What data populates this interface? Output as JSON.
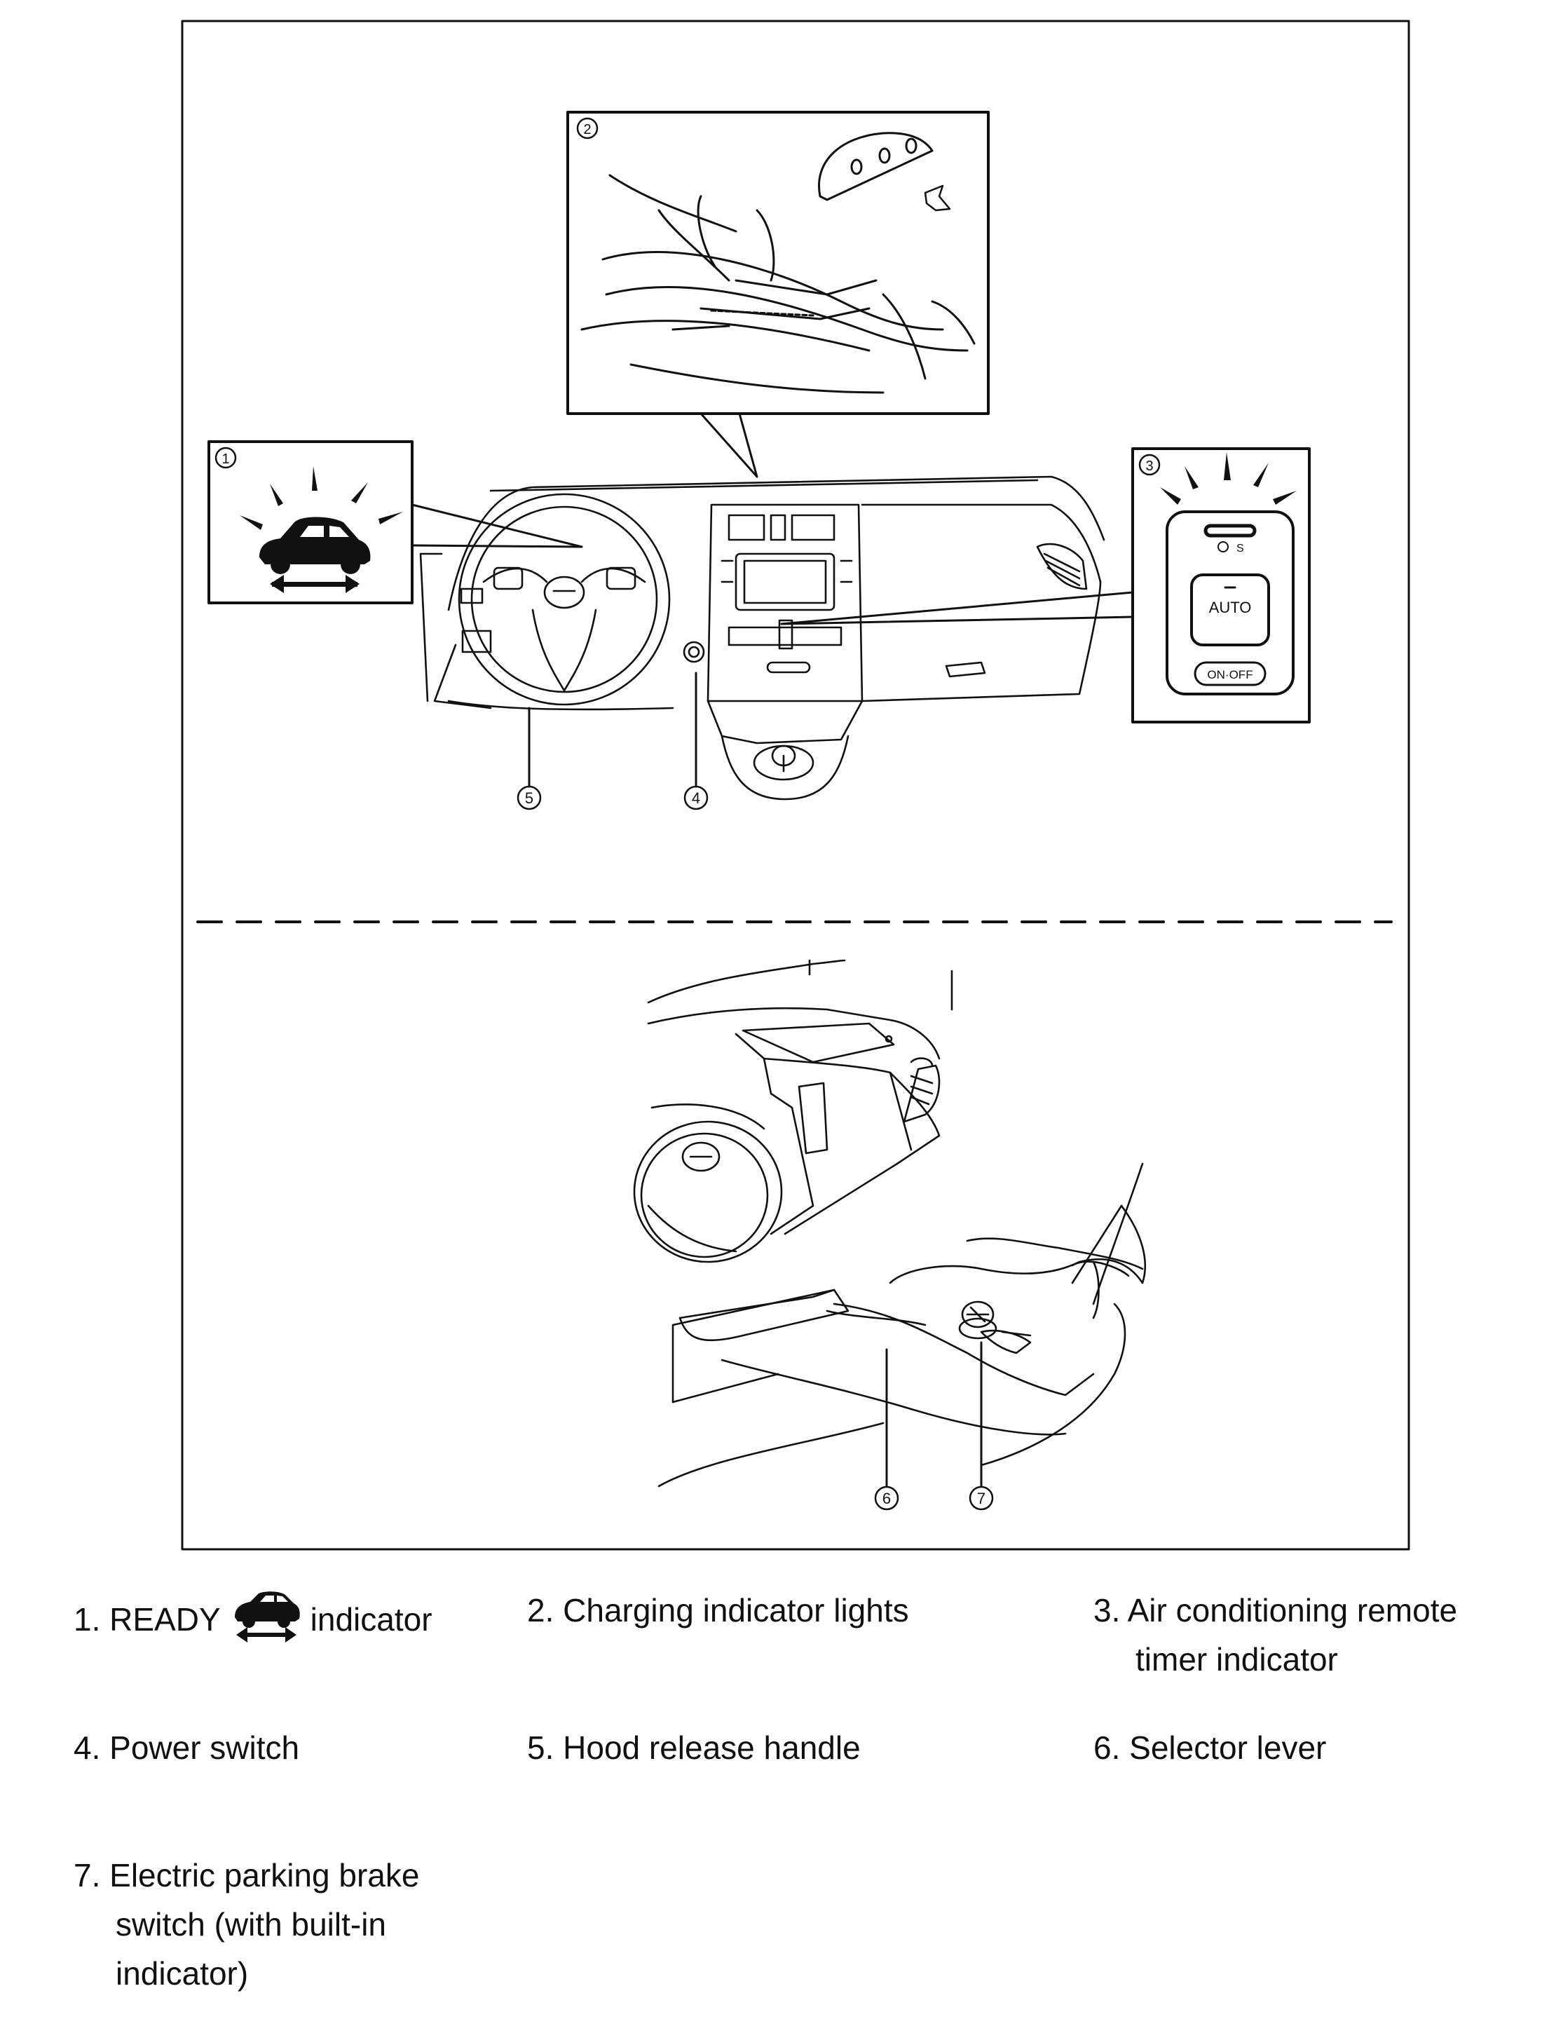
{
  "callouts": {
    "c1": "1",
    "c2": "2",
    "c3": "3",
    "c4": "4",
    "c5": "5",
    "c6": "6",
    "c7": "7"
  },
  "panel3": {
    "auto_label": "AUTO",
    "onoff_label": "ON·OFF"
  },
  "legend": {
    "item1": {
      "prefix": "1. READY",
      "suffix": "indicator",
      "icon": "ready-car-icon"
    },
    "item2": "2. Charging indicator lights",
    "item3_line1": "3. Air conditioning remote",
    "item3_line2": "timer indicator",
    "item4": "4. Power switch",
    "item5": "5. Hood release handle",
    "item6": "6. Selector lever",
    "item7_line1": "7. Electric parking brake",
    "item7_line2": "switch (with built-in",
    "item7_line3": "indicator)"
  },
  "colors": {
    "line": "#111111",
    "background": "#ffffff"
  }
}
